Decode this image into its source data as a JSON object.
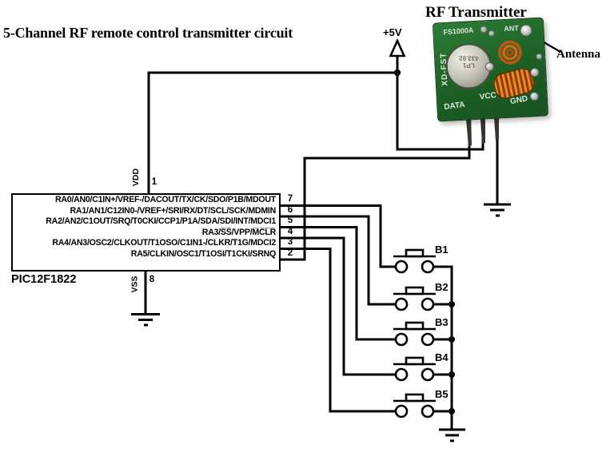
{
  "title": "5-Channel RF remote control transmitter circuit",
  "supply": {
    "label": "+5V"
  },
  "ic": {
    "name": "PIC12F1822",
    "vdd": {
      "label": "VDD",
      "pin": "1"
    },
    "vss": {
      "label": "VSS",
      "pin": "8"
    },
    "pins": [
      {
        "number": "7",
        "label": "RA0/AN0/C1IN+/VREF-/DACOUT/TX/CK/SDO/P1B/MDOUT"
      },
      {
        "number": "6",
        "label": "RA1/AN1/C12IN0-/VREF+/SRI/RX/DT/SCL/SCK/MDMIN"
      },
      {
        "number": "5",
        "label": "RA2/AN2/C1OUT/SRQ/T0CKI/CCP1/P1A/SDA/SDI/INT/MDCI1"
      },
      {
        "number": "4",
        "label": "RA3/S̅S̅/VPP/M̅C̅L̅R̅"
      },
      {
        "number": "3",
        "label": "RA4/AN3/OSC2/CLKOUT/T1OSO/C1IN1-/CLKR/T1G/MDCI2"
      },
      {
        "number": "2",
        "label": "RA5/CLKIN/OSC1/T1OSI/T1CKI/SRNQ"
      }
    ]
  },
  "rf_module": {
    "heading": "RF Transmitter",
    "board_label": "FS1000A",
    "ant_label": "ANT",
    "side_label": "XD-FST",
    "crystal_line1": "LP1",
    "crystal_line2": "433.92",
    "pin_labels": {
      "data": "DATA",
      "vcc": "VCC",
      "gnd": "GND"
    },
    "antenna_callout": "Antenna"
  },
  "buttons": [
    {
      "label": "B1"
    },
    {
      "label": "B2"
    },
    {
      "label": "B3"
    },
    {
      "label": "B4"
    },
    {
      "label": "B5"
    }
  ],
  "colors": {
    "wire": "#000000",
    "background": "#ffffff",
    "pcb_green": "#1d5f25",
    "coil_orange": "#ef8a1f"
  }
}
